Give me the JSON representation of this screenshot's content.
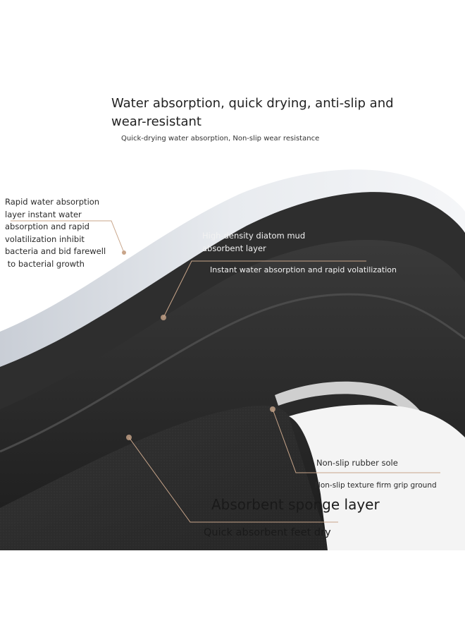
{
  "heading": {
    "line1": "Water absorption, quick drying, anti-slip and",
    "line2": "wear-resistant",
    "subtitle": "Quick-drying water absorption, Non-slip wear resistance"
  },
  "left_callout": {
    "lines": [
      "Rapid water absorption",
      "layer instant water",
      "absorption and rapid",
      "volatilization inhibit",
      "bacteria and bid farewell",
      " to bacterial growth"
    ]
  },
  "diatom_callout": {
    "title_line1": "High-density diatom mud",
    "title_line2": "absorbent layer",
    "subtitle": "Instant water absorption and rapid volatilization"
  },
  "rubber_callout": {
    "title": "Non-slip rubber sole",
    "subtitle": "Non-slip texture firm grip ground"
  },
  "sponge_callout": {
    "title": "Absorbent sponge layer",
    "subtitle": "Quick absorbent feet dry"
  },
  "colors": {
    "background": "#ffffff",
    "top_layer": "#dfe3e8",
    "dark_layer": "#262626",
    "sponge_layer": "#2c2c2c",
    "rubber_edge": "#bfbfbf",
    "leader_line": "#c8a58a"
  }
}
